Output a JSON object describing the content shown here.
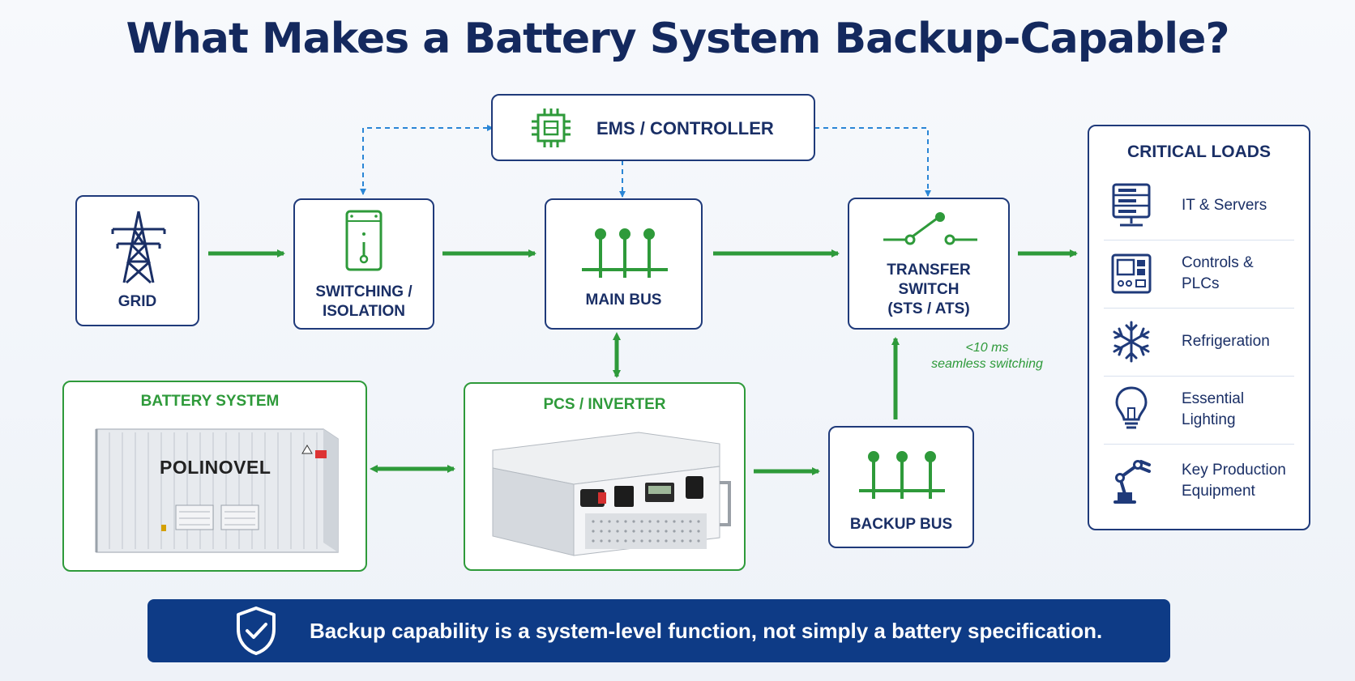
{
  "title": "What Makes a Battery System Backup-Capable?",
  "nodes": {
    "ems": "EMS / CONTROLLER",
    "grid": "GRID",
    "switching_line1": "SWITCHING /",
    "switching_line2": "ISOLATION",
    "main_bus": "MAIN BUS",
    "transfer_line1": "TRANSFER",
    "transfer_line2": "SWITCH",
    "transfer_line3": "(STS / ATS)",
    "battery": "BATTERY SYSTEM",
    "battery_brand": "POLINOVEL",
    "pcs": "PCS / INVERTER",
    "backup_bus": "BACKUP BUS"
  },
  "annotation": {
    "line1": "<10 ms",
    "line2": "seamless switching"
  },
  "critical_loads": {
    "title": "CRITICAL LOADS",
    "items": [
      {
        "label": "IT & Servers",
        "icon": "server-icon"
      },
      {
        "label": "Controls & PLCs",
        "icon": "plc-icon"
      },
      {
        "label": "Refrigeration",
        "icon": "snowflake-icon"
      },
      {
        "label": "Essential Lighting",
        "icon": "lightbulb-icon"
      },
      {
        "label": "Key Production Equipment",
        "icon": "robot-arm-icon"
      }
    ]
  },
  "banner": "Backup capability is a system-level function, not simply a battery specification.",
  "colors": {
    "navy": "#1a2f66",
    "green": "#2e9a3a",
    "dashed_blue": "#2a86d6",
    "banner": "#0e3b86"
  }
}
